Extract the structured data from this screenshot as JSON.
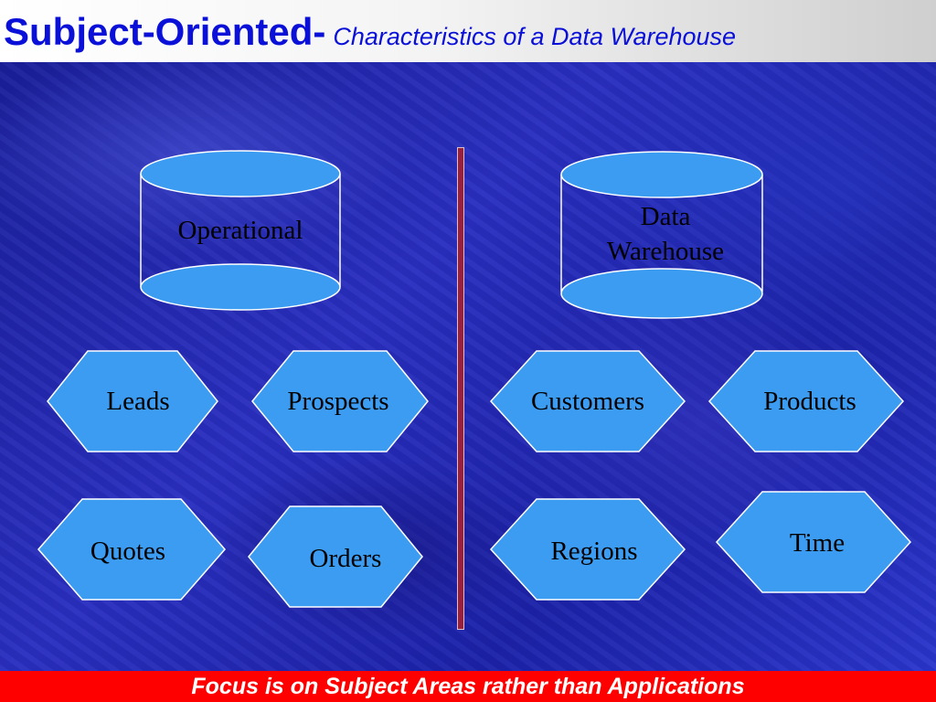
{
  "slide": {
    "title": "Subject-Oriented-",
    "subtitle": "Characteristics of a Data Warehouse",
    "footer": "Focus is on Subject Areas rather than Applications"
  },
  "operational": {
    "store_label": "Operational",
    "subjects": [
      "Leads",
      "Prospects",
      "Quotes",
      "Orders"
    ]
  },
  "warehouse": {
    "store_label_line1": "Data",
    "store_label_line2": "Warehouse",
    "subjects": [
      "Customers",
      "Products",
      "Regions",
      "Time"
    ]
  },
  "colors": {
    "title": "#0a10d8",
    "shape_fill": "#3c9cf2",
    "divider": "#9a1f3e",
    "footer_bg": "#ff0000",
    "footer_text": "#ffffff"
  }
}
